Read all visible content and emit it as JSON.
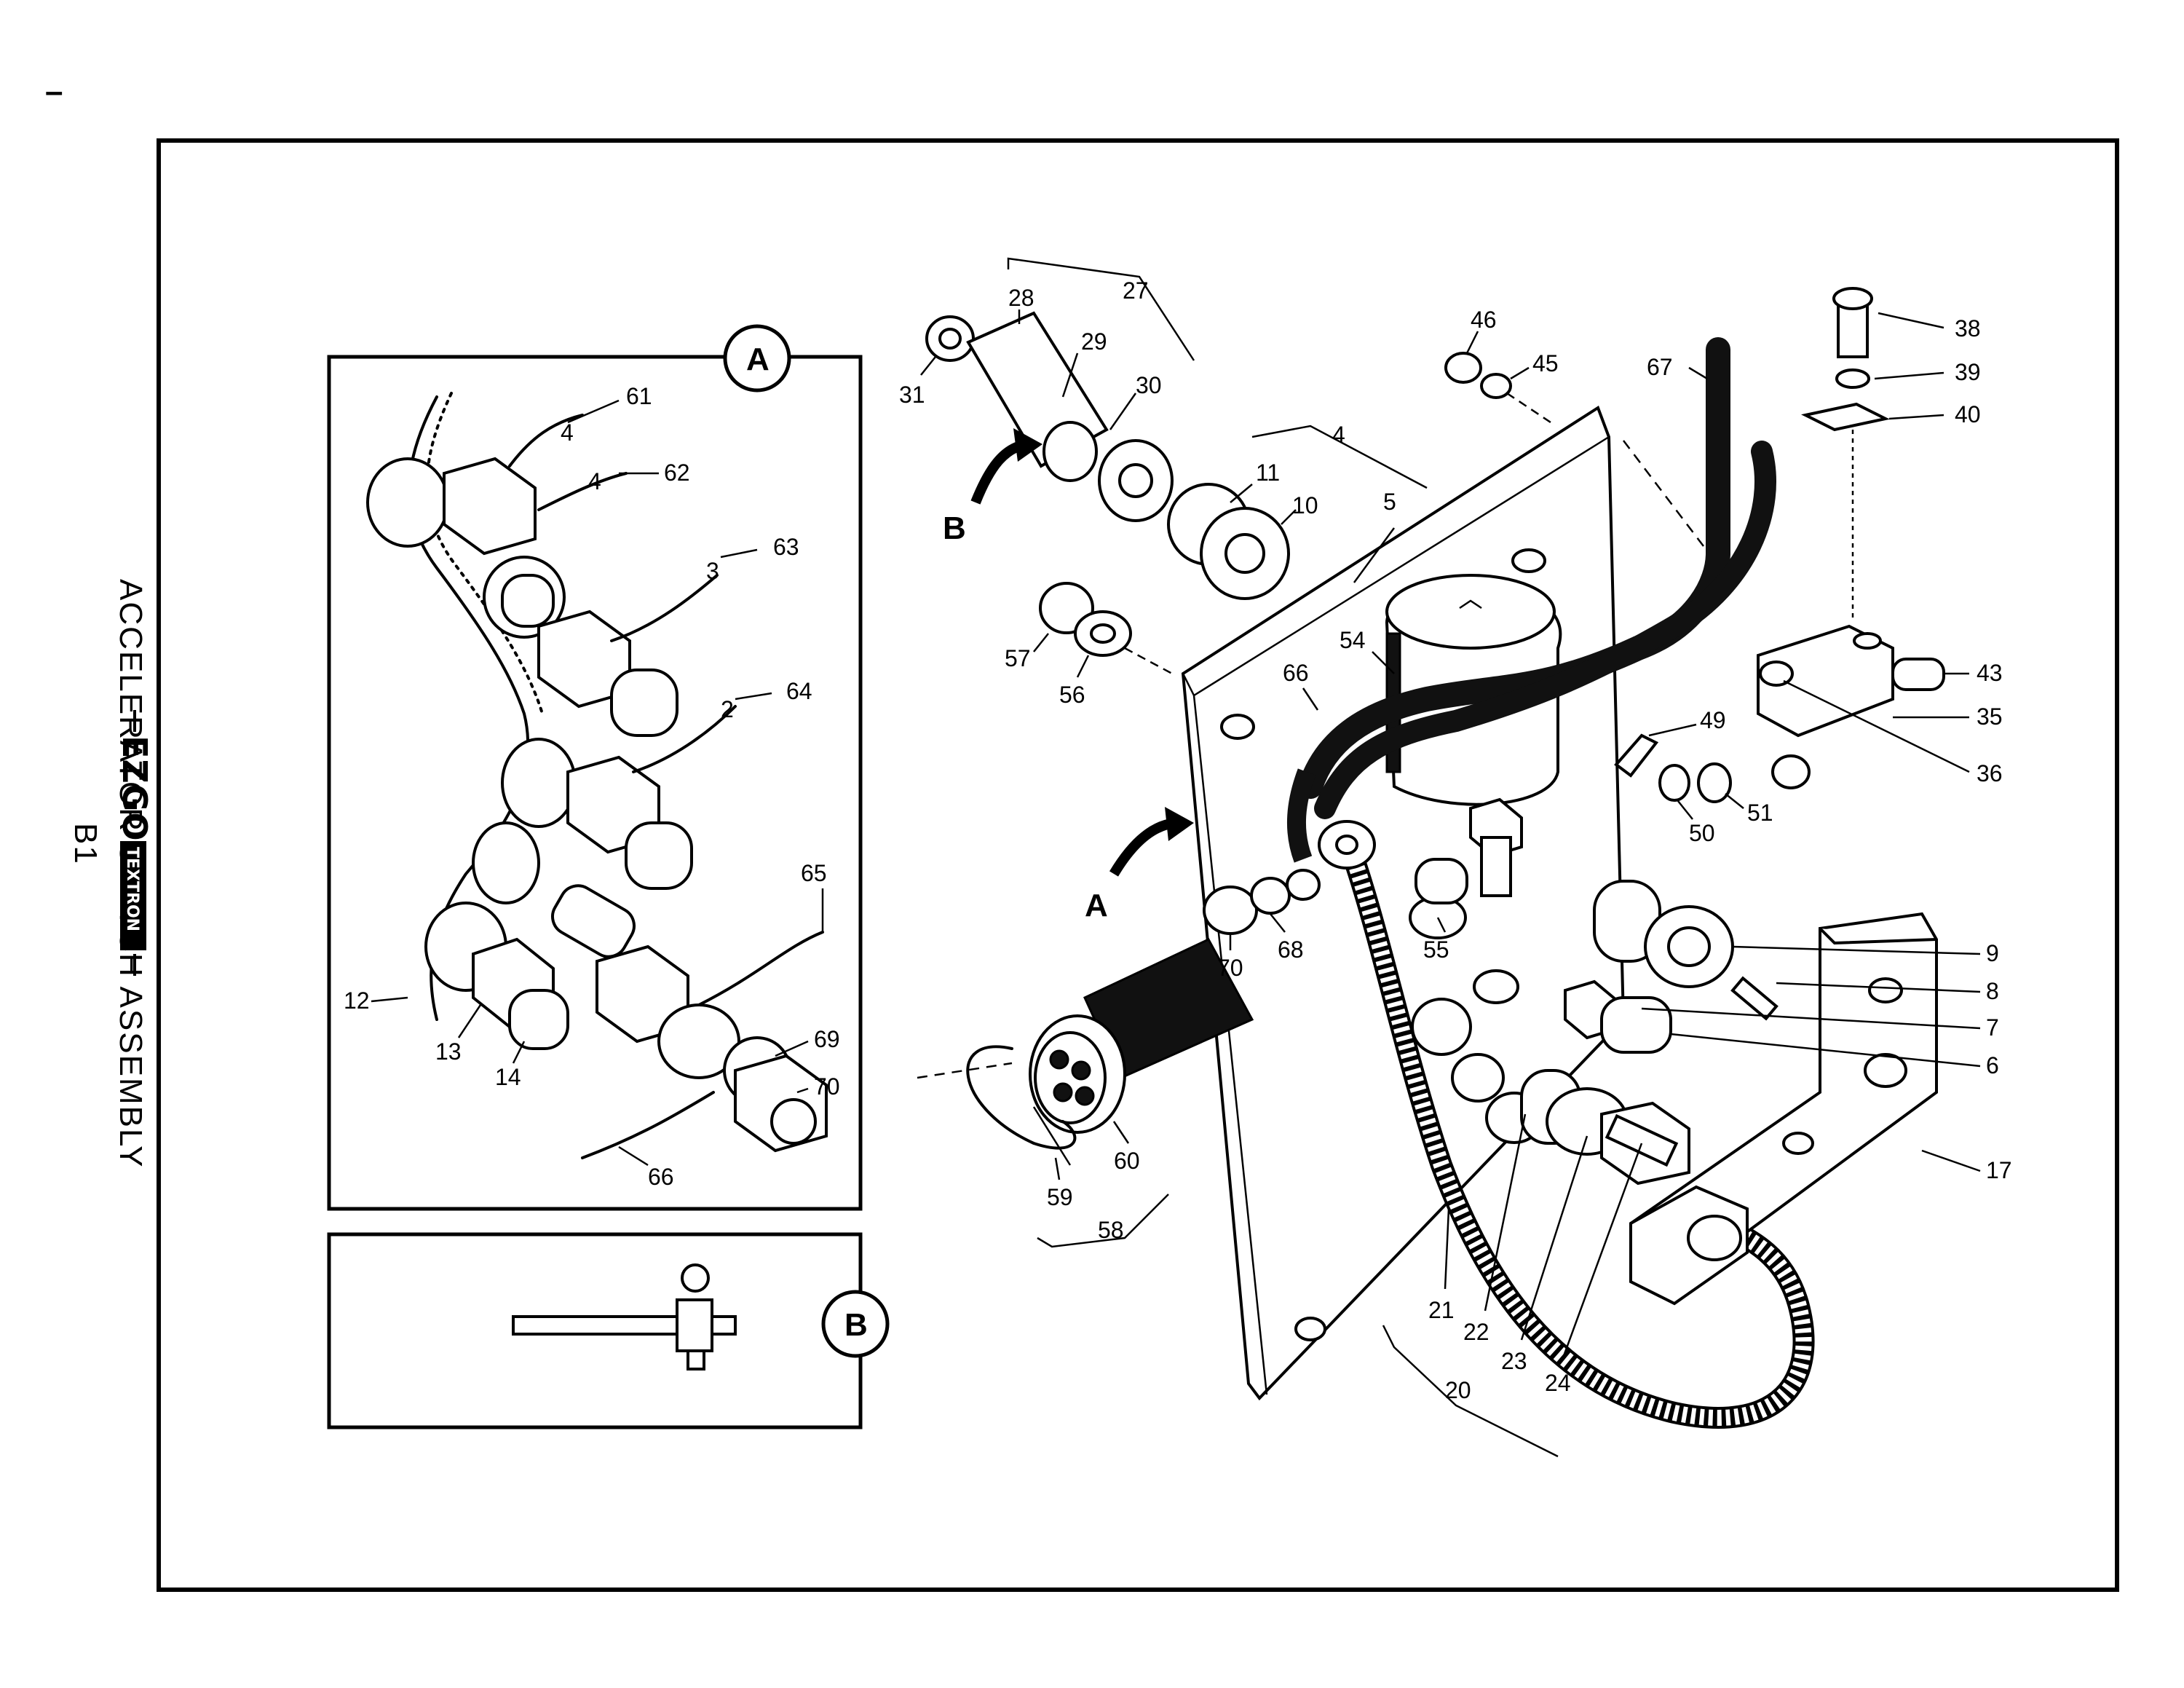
{
  "page_mark": "–",
  "title": "ACCELERATOR SWITCH ASSEMBLY",
  "page_code": "B1",
  "brand": {
    "name": "EZGO",
    "tag": "TEXTRON"
  },
  "callouts": {
    "A": "A",
    "B": "B"
  },
  "inset_a_labels": [
    "61",
    "62",
    "63",
    "64",
    "65",
    "69",
    "70",
    "66",
    "12",
    "13",
    "14"
  ],
  "inset_a_wire_marks": [
    "4",
    "4",
    "3",
    "2"
  ],
  "main_labels": [
    "27",
    "28",
    "29",
    "30",
    "31",
    "4",
    "11",
    "10",
    "5",
    "46",
    "45",
    "67",
    "38",
    "39",
    "40",
    "43",
    "35",
    "36",
    "49",
    "50",
    "51",
    "54",
    "66",
    "57",
    "56",
    "55",
    "9",
    "8",
    "7",
    "6",
    "68",
    "70",
    "17",
    "60",
    "59",
    "58",
    "21",
    "22",
    "23",
    "24",
    "20"
  ],
  "arrow_labels": {
    "A": "A",
    "B": "B"
  }
}
